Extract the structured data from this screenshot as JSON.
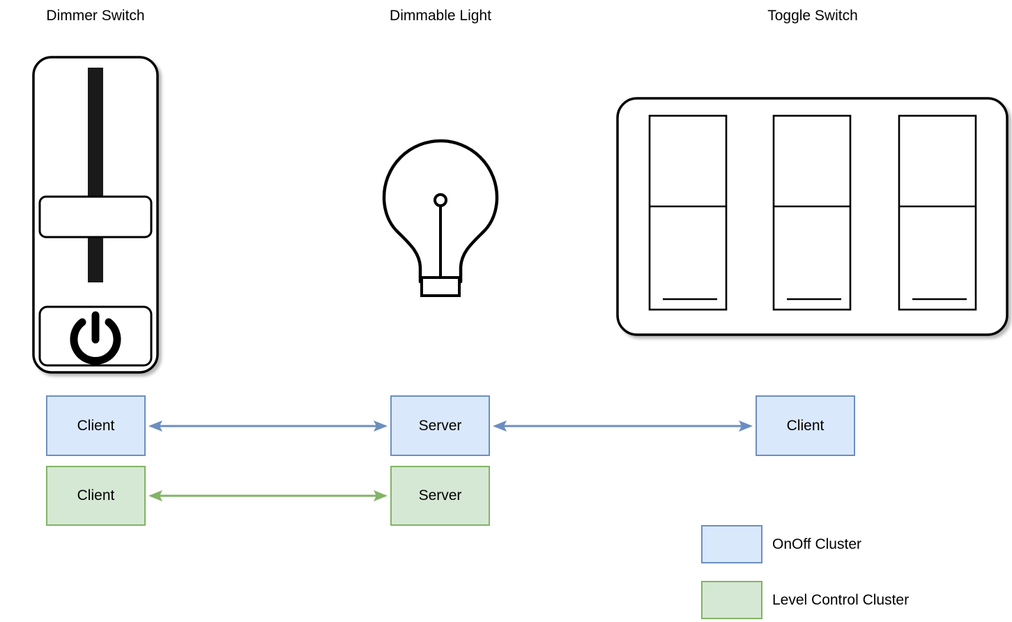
{
  "titles": {
    "dimmer": "Dimmer Switch",
    "light": "Dimmable Light",
    "toggle": "Toggle Switch"
  },
  "devices": {
    "dimmer_switch": {
      "name": "Dimmer Switch",
      "controls": [
        "slider",
        "power-button"
      ]
    },
    "dimmable_light": {
      "name": "Dimmable Light",
      "icon": "light-bulb"
    },
    "toggle_switch": {
      "name": "Toggle Switch",
      "rocker_count": 3
    }
  },
  "clusters": {
    "dimmer_onoff": "Client",
    "light_onoff": "Server",
    "toggle_onoff": "Client",
    "dimmer_level": "Client",
    "light_level": "Server"
  },
  "connections": [
    {
      "from": "dimmer_onoff",
      "to": "light_onoff",
      "type": "bidirectional",
      "cluster": "OnOff Cluster"
    },
    {
      "from": "light_onoff",
      "to": "toggle_onoff",
      "type": "bidirectional",
      "cluster": "OnOff Cluster"
    },
    {
      "from": "dimmer_level",
      "to": "light_level",
      "type": "bidirectional",
      "cluster": "Level Control Cluster"
    }
  ],
  "legend": {
    "items": [
      {
        "label": "OnOff Cluster",
        "color": "#dae8fc",
        "border": "#6c8ebf"
      },
      {
        "label": "Level Control Cluster",
        "color": "#d5e8d4",
        "border": "#82b366"
      }
    ]
  },
  "colors": {
    "onoff_fill": "#dae8fc",
    "onoff_stroke": "#6c8ebf",
    "level_fill": "#d5e8d4",
    "level_stroke": "#82b366",
    "outline": "#000000",
    "slider_track": "#1a1a1a",
    "background": "#ffffff"
  }
}
